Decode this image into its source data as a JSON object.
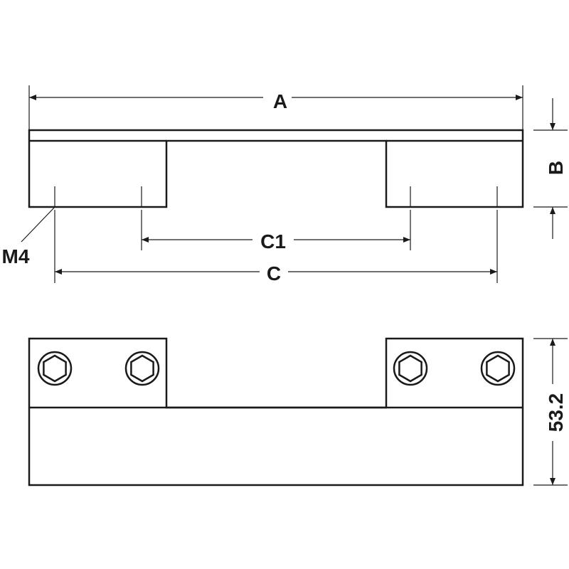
{
  "labels": {
    "overall_length": "A",
    "height": "B",
    "hole_centres_inner": "C1",
    "hole_centres_outer": "C",
    "thread": "M4",
    "depth": "53.2"
  },
  "colors": {
    "line": "#1a1a1a",
    "background": "#ffffff"
  }
}
